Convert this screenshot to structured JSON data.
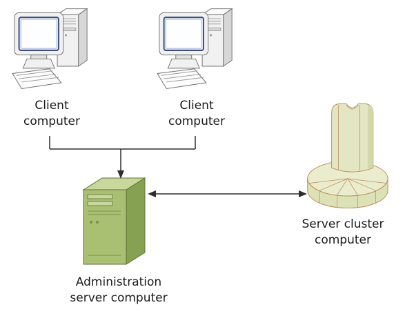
{
  "diagram": {
    "nodes": {
      "client1": {
        "label": "Client\ncomputer"
      },
      "client2": {
        "label": "Client\ncomputer"
      },
      "admin": {
        "label": "Administration\nserver computer"
      },
      "cluster": {
        "label": "Server cluster\ncomputer"
      }
    },
    "edges": [
      {
        "from": "client1",
        "to": "admin",
        "type": "arrow"
      },
      {
        "from": "client2",
        "to": "admin",
        "type": "arrow"
      },
      {
        "from": "admin",
        "to": "cluster",
        "type": "double-arrow"
      }
    ],
    "colors": {
      "background": "#ffffff",
      "text": "#1a1a1a",
      "connector": "#2e2e2e",
      "server_green_front": "#a9bf72",
      "server_green_side": "#87a153",
      "server_green_top": "#c9d69c",
      "server_outline": "#5f7138",
      "cluster_fill": "#e3e6c2",
      "cluster_outline": "#bd8d5a"
    }
  }
}
